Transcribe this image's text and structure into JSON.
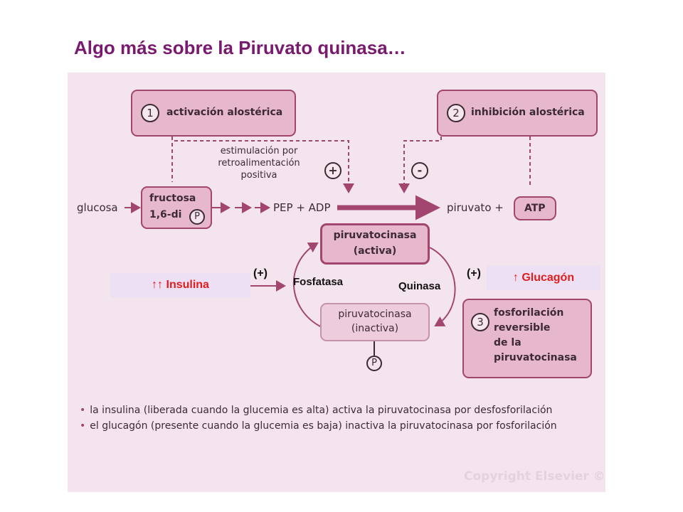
{
  "slide": {
    "title": "Algo más sobre la Piruvato quinasa…"
  },
  "diagram": {
    "box1": {
      "number": "1",
      "label": "activación alostérica"
    },
    "box2": {
      "number": "2",
      "label": "inhibición alostérica"
    },
    "box3": {
      "number": "3",
      "lines": [
        "fosforilación",
        "reversible",
        "de la",
        "piruvatocinasa"
      ]
    },
    "feedback_note": [
      "estimulación por",
      "retroalimentación",
      "positiva"
    ],
    "sign_plus": "+",
    "sign_minus": "-",
    "pathway": {
      "glucosa": "glucosa",
      "fructosa": [
        "fructosa",
        "1,6-di"
      ],
      "p_tag": "P",
      "pep_adp": "PEP + ADP",
      "piruvato": "piruvato +",
      "atp": "ATP"
    },
    "enzyme_active": [
      "piruvatocinasa",
      "(activa)"
    ],
    "enzyme_inactive": [
      "piruvatocinasa",
      "(inactiva)"
    ],
    "enzyme_p_tag": "P",
    "bullets": [
      "la insulina (liberada cuando la glucemia es alta) activa la piruvatocinasa por desfosforilación",
      "el glucagón (presente cuando la glucemia es baja) inactiva la piruvatocinasa por fosforilación"
    ],
    "copyright": "Copyright Elsevier ©"
  },
  "overlays": {
    "insulina": "↑↑ Insulina",
    "glucagon": "↑ Glucagón",
    "plus_left": "(+)",
    "plus_right": "(+)",
    "fosfatasa": "Fosfatasa",
    "quinasa": "Quinasa"
  },
  "colors": {
    "title": "#7a1a6e",
    "panel": "#f4e4ee",
    "box_fill": "#e7b7cc",
    "box_border": "#a2466f",
    "arrow": "#a2466f",
    "overlay_fill": "#ede0f4",
    "overlay_text": "#e11d1d"
  }
}
